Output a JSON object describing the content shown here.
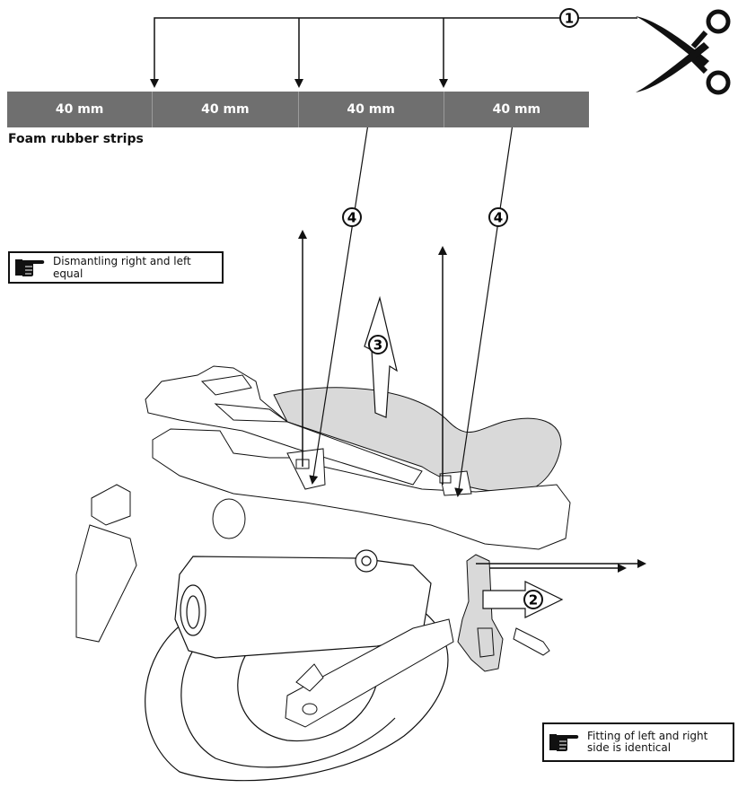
{
  "strips": {
    "segments": [
      {
        "label": "40 mm"
      },
      {
        "label": "40 mm"
      },
      {
        "label": "40 mm"
      },
      {
        "label": "40 mm"
      }
    ],
    "caption": "Foam rubber strips"
  },
  "callouts": {
    "cut": "1",
    "remove_side": "2",
    "lift_seat": "3",
    "insert_left": "4",
    "insert_right": "4"
  },
  "notes": {
    "dismantling": "Dismantling right and left equal",
    "fitting": "Fitting of left and right side is identical"
  },
  "icons": {
    "scissors": "scissors-icon",
    "hand": "pointing-hand-icon"
  },
  "colors": {
    "strip_fill": "#6f6f6f",
    "seat_fill": "#d9d9d9",
    "line": "#111111"
  }
}
